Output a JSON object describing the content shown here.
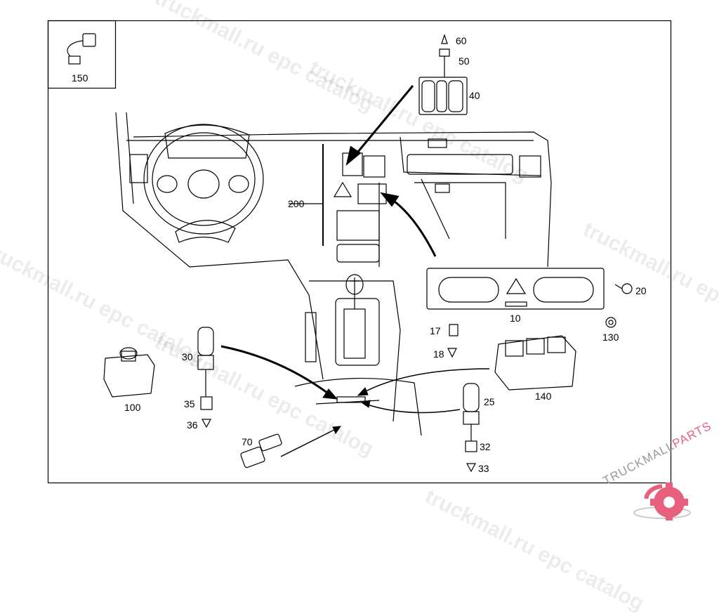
{
  "diagram": {
    "callouts": {
      "c150": "150",
      "c60": "60",
      "c50": "50",
      "c40": "40",
      "c200": "200",
      "c20": "20",
      "c10": "10",
      "c17": "17",
      "c18": "18",
      "c130": "130",
      "c30": "30",
      "c140": "140",
      "c25": "25",
      "c100": "100",
      "c35": "35",
      "c36": "36",
      "c70": "70",
      "c32": "32",
      "c33": "33"
    }
  },
  "watermark": {
    "text": "truckmall.ru epc catalog"
  },
  "logo": {
    "text_left": "TRUCKMALL",
    "text_right": "PARTS",
    "colors": {
      "gear": "#e8607e",
      "text_left": "#9a9a9a"
    }
  }
}
